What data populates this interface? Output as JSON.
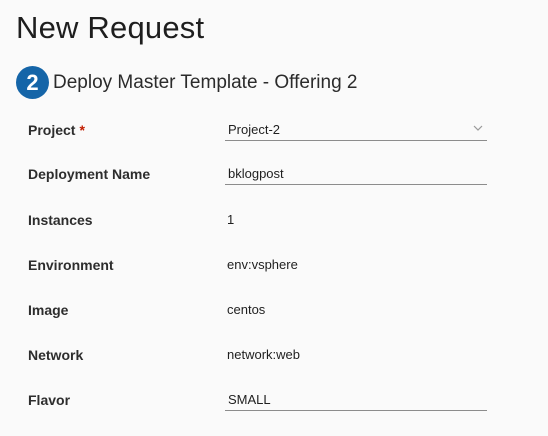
{
  "page": {
    "title": "New Request"
  },
  "step": {
    "number": "2",
    "title": "Deploy Master Template - Offering 2"
  },
  "fields": {
    "project": {
      "label": "Project",
      "required_mark": "*",
      "value": "Project-2"
    },
    "deployment_name": {
      "label": "Deployment Name",
      "value": "bklogpost"
    },
    "instances": {
      "label": "Instances",
      "value": "1"
    },
    "environment": {
      "label": "Environment",
      "value": "env:vsphere"
    },
    "image": {
      "label": "Image",
      "value": "centos"
    },
    "network": {
      "label": "Network",
      "value": "network:web"
    },
    "flavor": {
      "label": "Flavor",
      "value": "SMALL"
    }
  },
  "icons": {
    "project_dropdown": "chevron-down-icon"
  },
  "colors": {
    "step_badge": "#1565a8",
    "required": "#c21d00"
  }
}
